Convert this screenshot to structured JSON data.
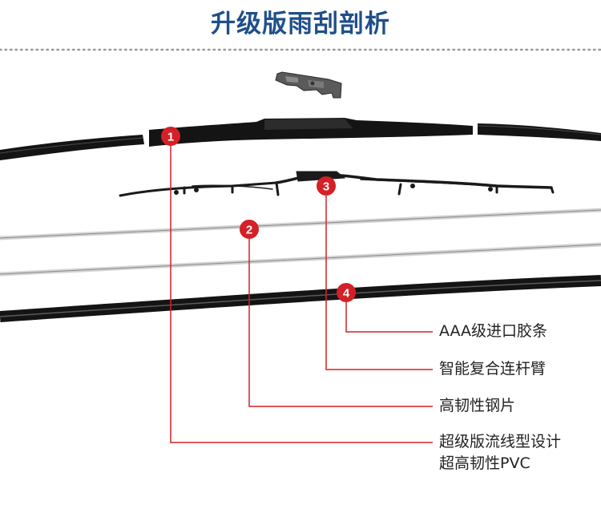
{
  "title": "升级版雨刮剖析",
  "colors": {
    "title": "#1f4f8a",
    "callout_red": "#d42026",
    "dotted_rule": "#9a9a9a",
    "wiper_black": "#141414",
    "steel_grey": "#b8b8b8"
  },
  "callouts": [
    {
      "number": "1",
      "lines": [
        "超级版流线型设计",
        "超高韧性PVC"
      ]
    },
    {
      "number": "2",
      "lines": [
        "高韧性钢片"
      ]
    },
    {
      "number": "3",
      "lines": [
        "智能复合连杆臂"
      ]
    },
    {
      "number": "4",
      "lines": [
        "AAA级进口胶条"
      ]
    }
  ]
}
